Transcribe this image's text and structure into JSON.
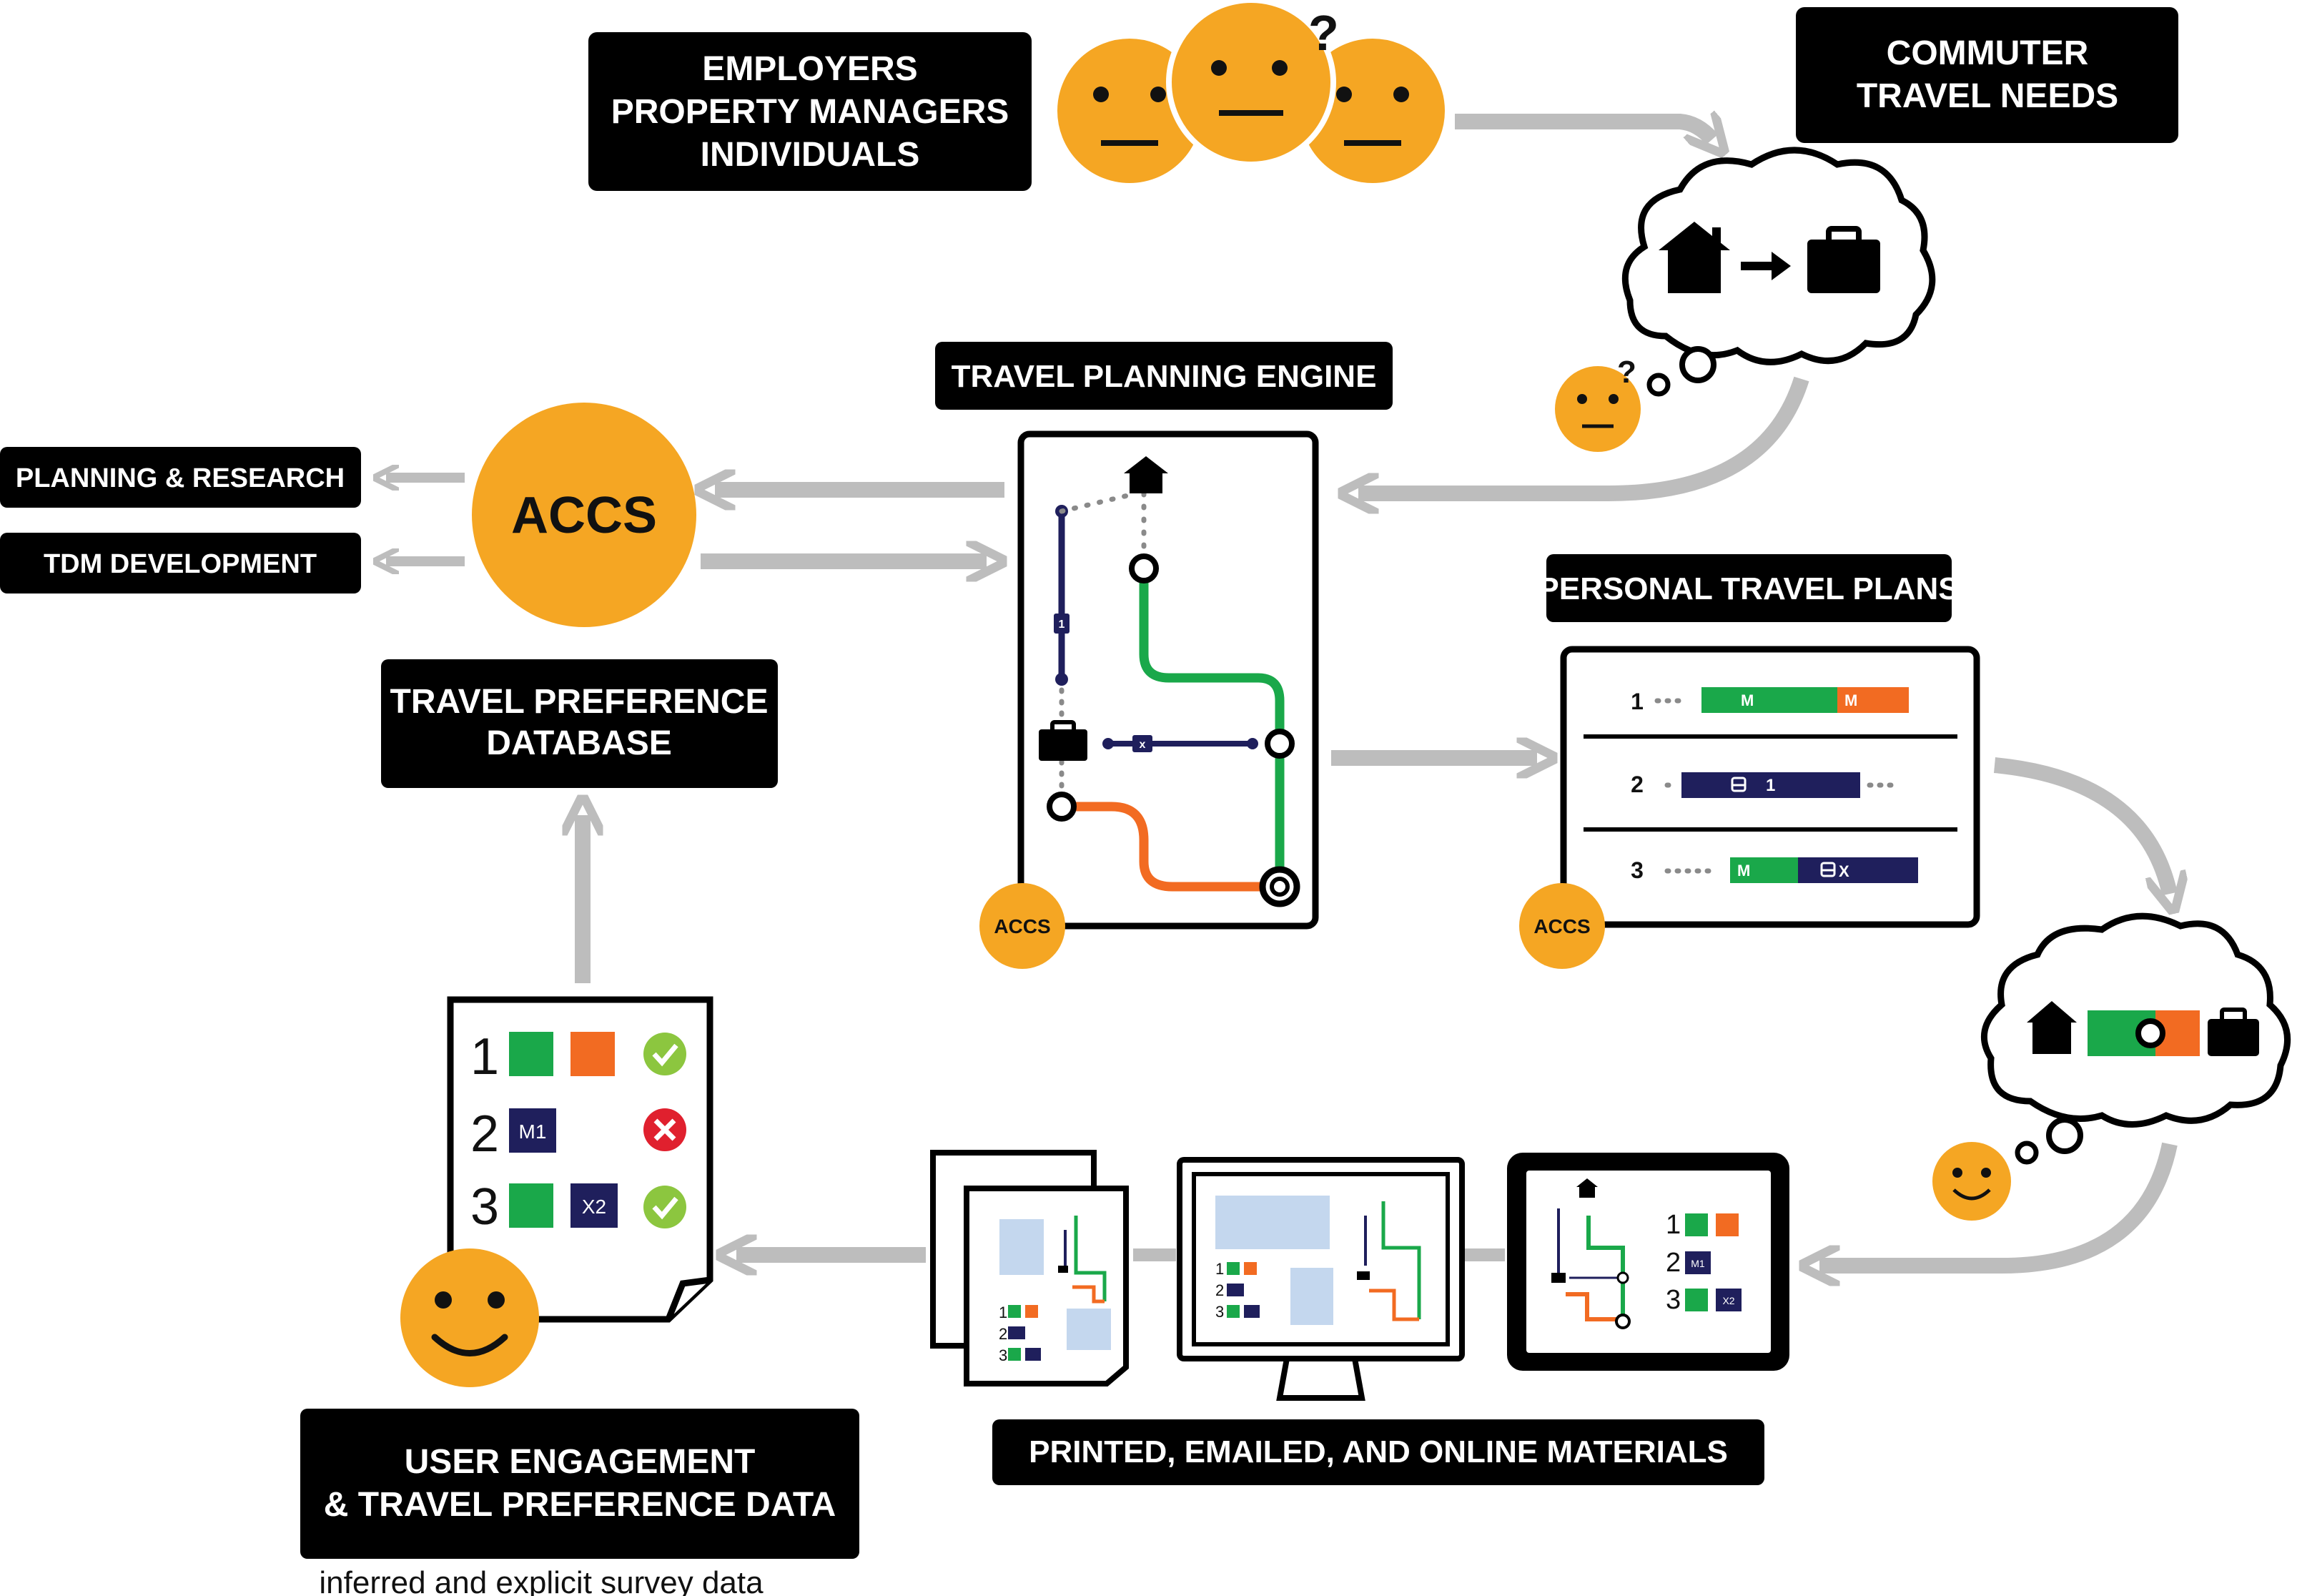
{
  "colors": {
    "orange_face": "#F5A623",
    "black": "#000000",
    "gray_arrow": "#BDBDBD",
    "green": "#1AA84A",
    "orange_route": "#F26B22",
    "navy": "#1F1F5C",
    "light_blue": "#C4D7EE",
    "check_green": "#8CC63F",
    "cross_red": "#E0202E"
  },
  "labels": {
    "stakeholders_line1": "EMPLOYERS",
    "stakeholders_line2": "PROPERTY MANAGERS",
    "stakeholders_line3": "INDIVIDUALS",
    "commuter_line1": "COMMUTER",
    "commuter_line2": "TRAVEL NEEDS",
    "engine": "TRAVEL PLANNING ENGINE",
    "planning_research": "PLANNING & RESEARCH",
    "tdm_development": "TDM DEVELOPMENT",
    "accs_main": "ACCS",
    "accs_small": "ACCS",
    "accs_small_2": "ACCS",
    "database_line1": "TRAVEL PREFERENCE",
    "database_line2": "DATABASE",
    "personal_plans": "PERSONAL TRAVEL PLANS",
    "materials": "PRINTED, EMAILED, AND ONLINE  MATERIALS",
    "engagement_line1": "USER ENGAGEMENT",
    "engagement_line2": "& TRAVEL PREFERENCE DATA",
    "engagement_caption": "inferred and explicit survey data"
  },
  "plans": [
    {
      "num": "1",
      "seg1": "M",
      "seg2": "M"
    },
    {
      "num": "2",
      "seg1": "1"
    },
    {
      "num": "3",
      "seg1": "M",
      "seg2": "X"
    }
  ],
  "survey": [
    {
      "num": "1",
      "tag": "",
      "status": "check"
    },
    {
      "num": "2",
      "tag": "M1",
      "status": "cross"
    },
    {
      "num": "3",
      "tag": "X2",
      "status": "check"
    }
  ],
  "mini_tags": {
    "m1": "M1",
    "x2": "X2",
    "n1": "1",
    "n2": "2",
    "n3": "3"
  },
  "engine_tags": {
    "line1": "1",
    "linex": "x"
  }
}
